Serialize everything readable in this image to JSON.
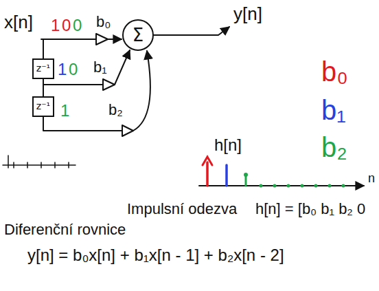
{
  "diagram": {
    "nodes": [
      {
        "text": [
          "Σ"
        ]
      },
      {
        "text": [
          "z⁻¹"
        ]
      },
      {
        "text": [
          "z⁻¹"
        ]
      }
    ],
    "edges": [
      {
        "from": 1,
        "to": 2,
        "arrow": "none"
      }
    ],
    "labels": [
      "x[n]",
      "1",
      "0",
      "0",
      "b₀",
      "y[n]",
      "1",
      "0",
      "b₁",
      "1",
      "b₂",
      "b₀",
      "b₁",
      "b₂",
      "h[n]",
      "n",
      "Impulsní odezva",
      "h[n] = [b₀ b₁ b₂ 0",
      "Diferenční rovnice",
      "y[n] = b₀x[n] + b₁x[n - 1] + b₂x[n - 2]"
    ]
  }
}
